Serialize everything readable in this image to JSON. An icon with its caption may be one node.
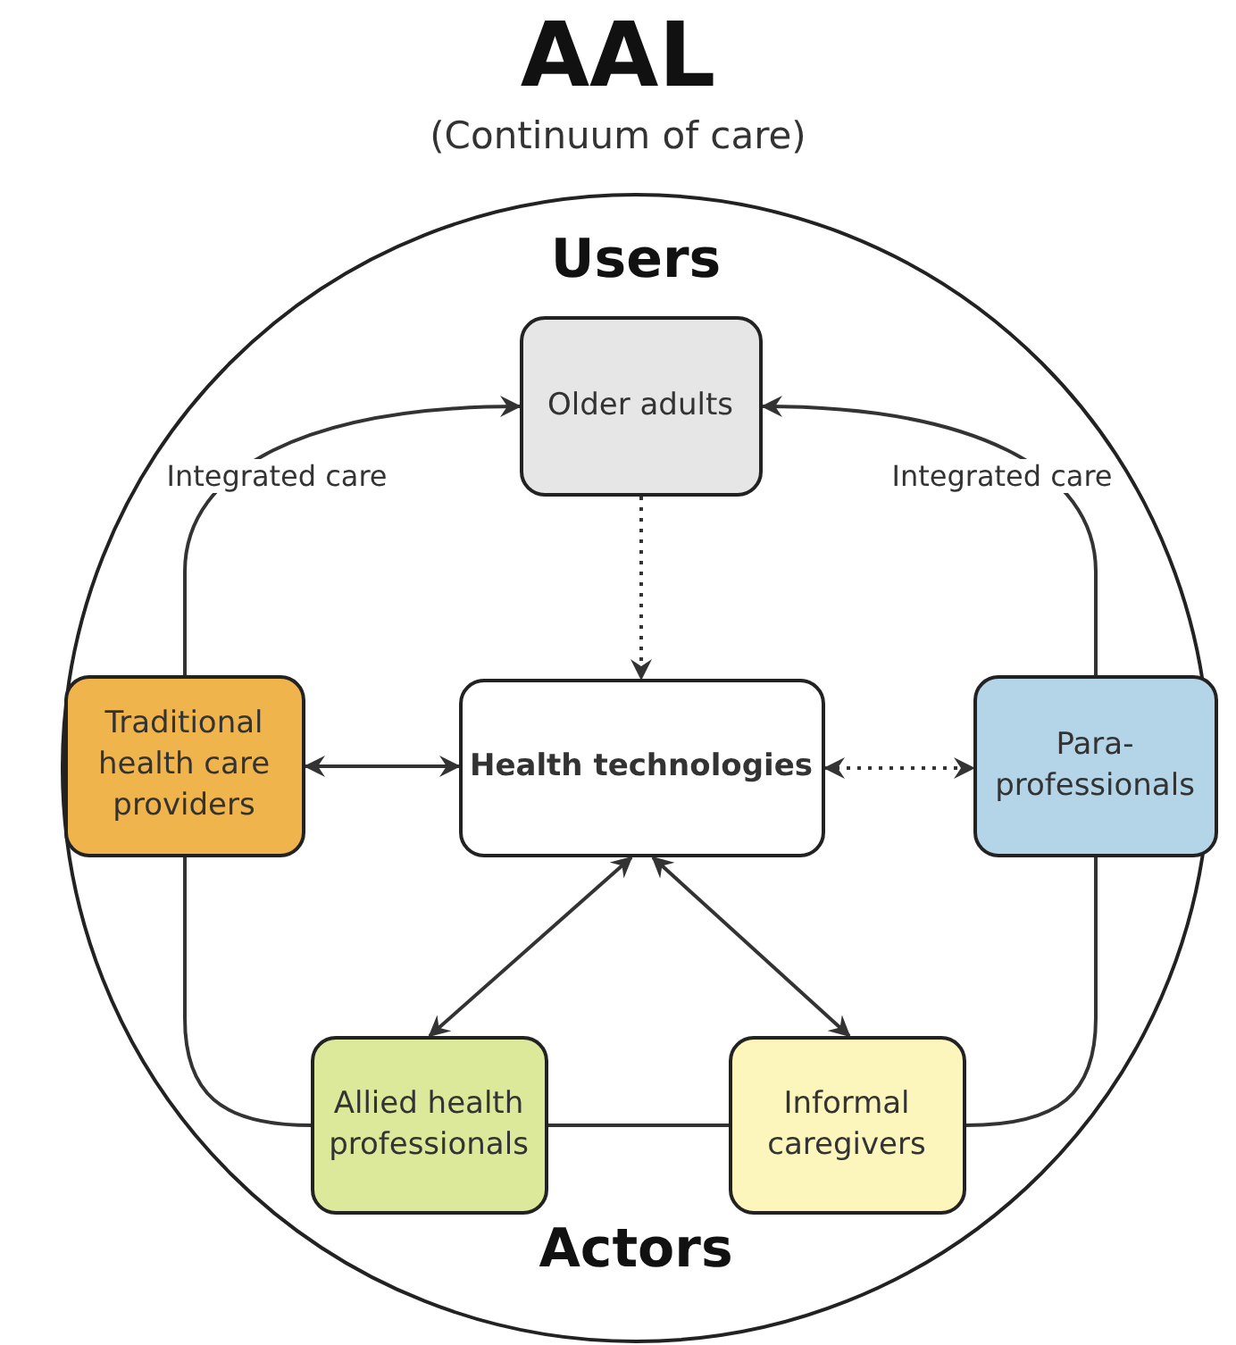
{
  "diagram": {
    "title": "AAL",
    "nodes": [
      {
        "text": [
          "Users",
          "Actors"
        ]
      },
      {
        "text": [
          "Older adults"
        ],
        "in": 0
      },
      {
        "text": [
          "Traditional health care providers"
        ],
        "in": 0
      },
      {
        "text": [
          "Health technologies"
        ],
        "in": 0
      },
      {
        "text": [
          "Para-professionals"
        ],
        "in": 0
      },
      {
        "text": [
          "Allied health professionals"
        ],
        "in": 0
      },
      {
        "text": [
          "Informal caregivers"
        ],
        "in": 0
      }
    ],
    "edges": [
      {
        "from": 2,
        "to": 1,
        "arrow": "to",
        "label": "Integrated care"
      },
      {
        "from": 4,
        "to": 1,
        "arrow": "to",
        "label": "Integrated care"
      },
      {
        "from": 1,
        "to": 3,
        "arrow": "to",
        "style": "dashed"
      },
      {
        "from": 2,
        "to": 3,
        "arrow": "both"
      },
      {
        "from": 3,
        "to": 4,
        "arrow": "both",
        "style": "dashed"
      },
      {
        "from": 3,
        "to": 5,
        "arrow": "both"
      },
      {
        "from": 3,
        "to": 6,
        "arrow": "both"
      },
      {
        "from": 2,
        "to": 5,
        "arrow": "none"
      },
      {
        "from": 5,
        "to": 6,
        "arrow": "none"
      },
      {
        "from": 6,
        "to": 4,
        "arrow": "none"
      }
    ],
    "labels": [
      "(Continuum of care)"
    ]
  }
}
